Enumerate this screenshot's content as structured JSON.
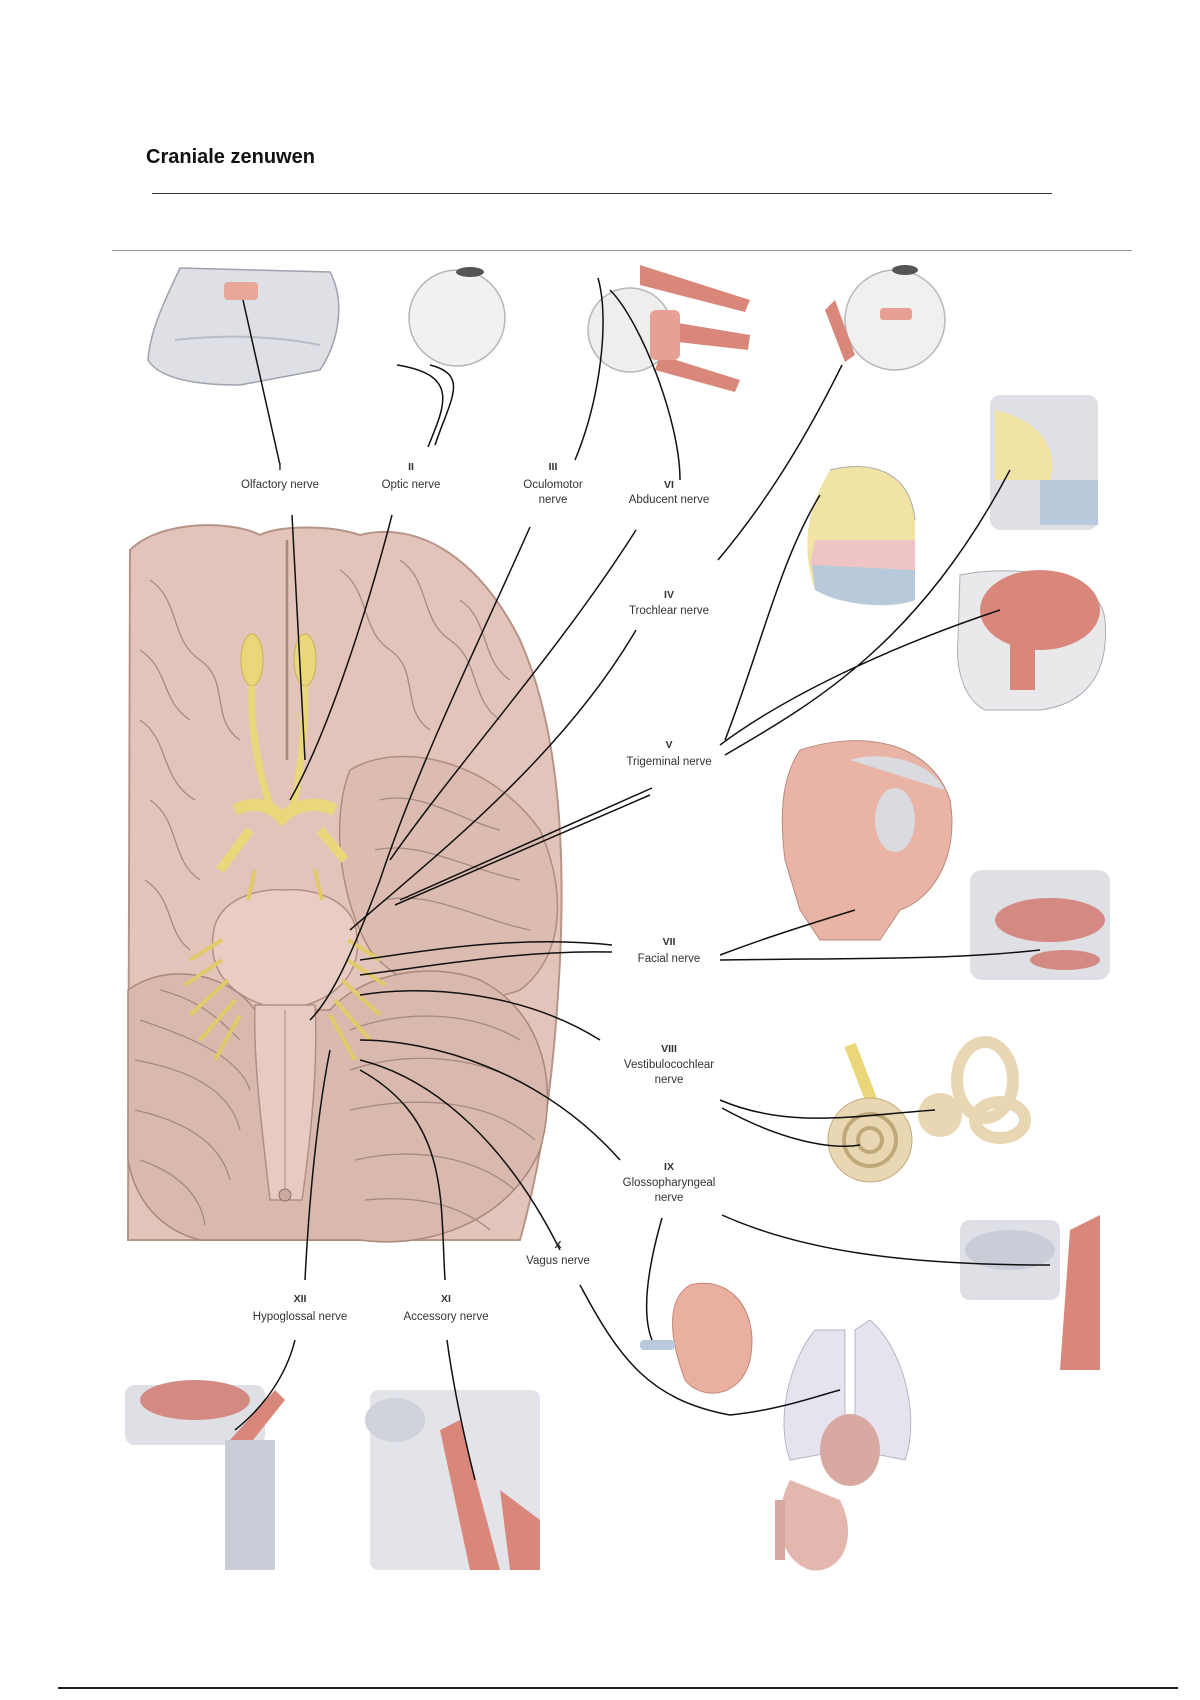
{
  "page_title": "Craniale zenuwen",
  "nerves": [
    {
      "numeral": "I",
      "name": "Olfactory nerve"
    },
    {
      "numeral": "II",
      "name": "Optic nerve"
    },
    {
      "numeral": "III",
      "name": "Oculomotor",
      "name2": "nerve"
    },
    {
      "numeral": "VI",
      "name": "Abducent nerve"
    },
    {
      "numeral": "IV",
      "name": "Trochlear nerve"
    },
    {
      "numeral": "V",
      "name": "Trigeminal nerve"
    },
    {
      "numeral": "VII",
      "name": "Facial nerve"
    },
    {
      "numeral": "VIII",
      "name": "Vestibulocochlear",
      "name2": "nerve"
    },
    {
      "numeral": "IX",
      "name": "Glossopharyngeal",
      "name2": "nerve"
    },
    {
      "numeral": "X",
      "name": "Vagus nerve"
    },
    {
      "numeral": "XII",
      "name": "Hypoglossal nerve"
    },
    {
      "numeral": "XI",
      "name": "Accessory nerve"
    }
  ],
  "colors": {
    "brain": "#e3c6bd",
    "brain_shadow": "#c9a79c",
    "nerve_yellow": "#e9d77a",
    "muscle": "#d9877b",
    "bone": "#dfe0e6",
    "sensory_blue": "#b8c9dc",
    "sensory_yellow": "#f0e3a4",
    "sensory_pink": "#eec4c4"
  }
}
